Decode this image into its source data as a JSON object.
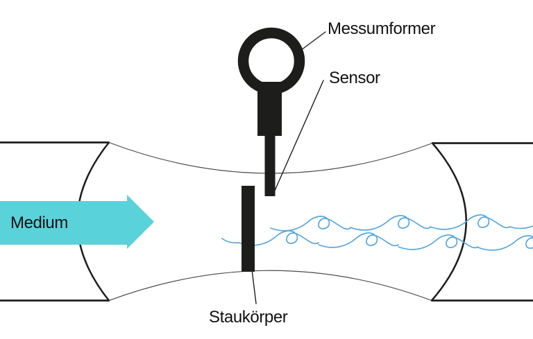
{
  "labels": {
    "messumformer": "Messumformer",
    "sensor": "Sensor",
    "medium": "Medium",
    "staukoerper": "Staukörper"
  },
  "colors": {
    "background": "#ffffff",
    "outline": "#1d1d1b",
    "thin_outline": "#4a4a4a",
    "device": "#1d1d1b",
    "flow_arrow": "#59d2da",
    "vortex_wave": "#57a8db",
    "text": "#111111"
  }
}
